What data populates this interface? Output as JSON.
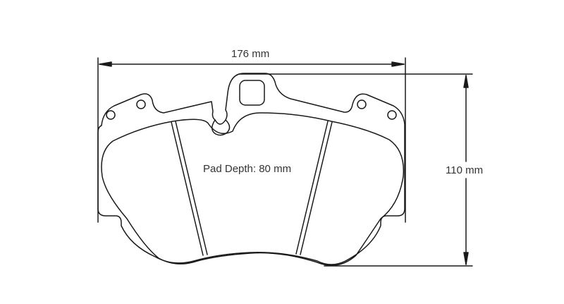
{
  "diagram": {
    "type": "brake-pad-technical-drawing",
    "stroke_color": "#1a1a1a",
    "text_color": "#333333",
    "dimensions": {
      "width": {
        "label": "176 mm",
        "value": 176,
        "unit": "mm"
      },
      "height": {
        "label": "110 mm",
        "value": 110,
        "unit": "mm"
      },
      "pad_depth": {
        "label": "Pad Depth: 80 mm",
        "value": 80,
        "unit": "mm"
      }
    }
  }
}
